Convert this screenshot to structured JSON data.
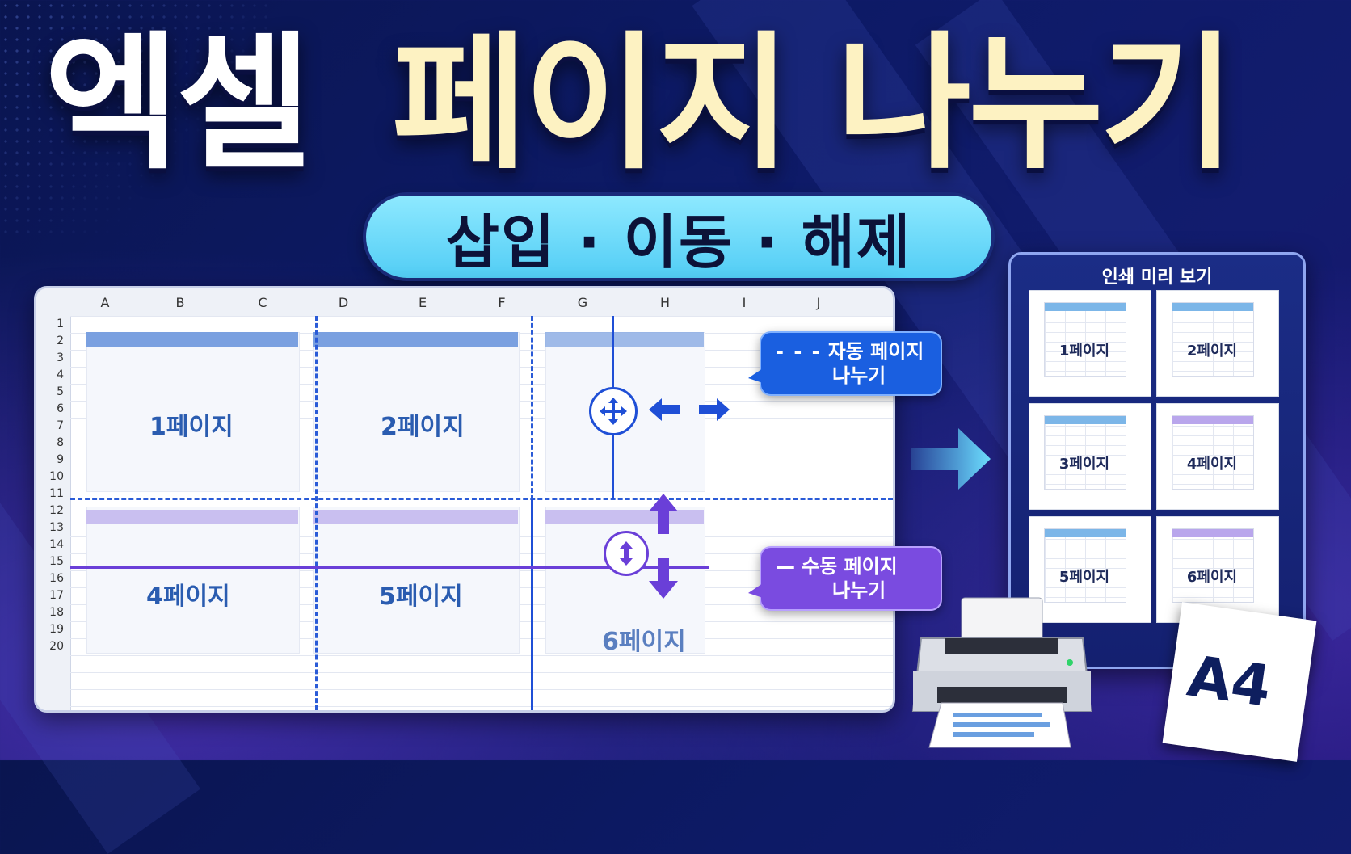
{
  "title": {
    "white_part": "엑셀",
    "yellow_part": "페이지 나누기"
  },
  "subtitle": "삽입 · 이동 · 해제",
  "sheet": {
    "columns": [
      "A",
      "B",
      "C",
      "D",
      "E",
      "F",
      "G",
      "H",
      "I",
      "J"
    ],
    "rows": [
      "1",
      "2",
      "3",
      "4",
      "5",
      "6",
      "7",
      "8",
      "9",
      "10",
      "11",
      "12",
      "13",
      "14",
      "15",
      "16",
      "17",
      "18",
      "19",
      "20"
    ],
    "pages": [
      "1페이지",
      "2페이지",
      "4페이지",
      "5페이지",
      "6페이지"
    ]
  },
  "callouts": {
    "auto": {
      "dash": "- - -",
      "line1": "자동 페이지",
      "line2": "나누기"
    },
    "manual": {
      "dash": "—",
      "line1": "수동 페이지",
      "line2": "나누기"
    }
  },
  "preview": {
    "title": "인쇄 미리 보기",
    "pages": [
      "1페이지",
      "2페이지",
      "3페이지",
      "4페이지",
      "5페이지",
      "6페이지"
    ]
  },
  "paper": "A4",
  "colors": {
    "accent_blue": "#1a5fe0",
    "accent_purple": "#7a4be0",
    "title_yellow": "#fdf2c2",
    "pill": "#52cdf5"
  }
}
